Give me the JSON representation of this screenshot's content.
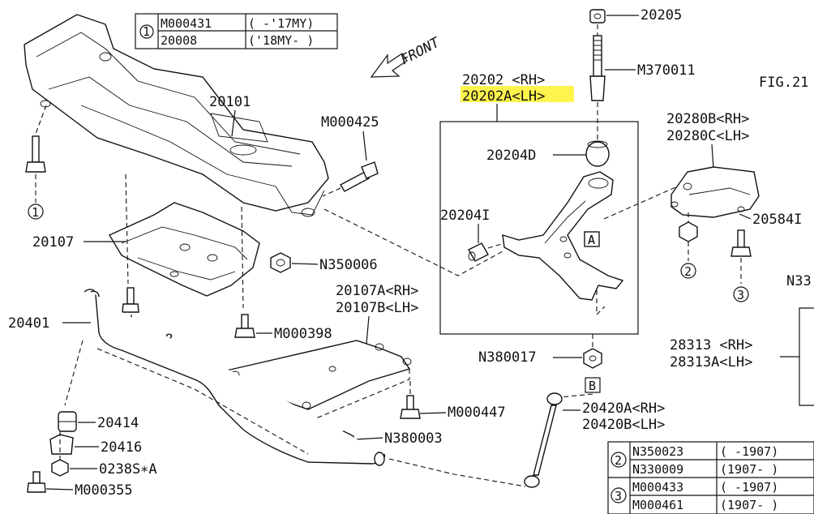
{
  "figure_ref": "FIG.21",
  "front_label": "FRONT",
  "highlight_color": "#fff34d",
  "top_table": {
    "marker": "1",
    "rows": [
      {
        "part": "M000431",
        "applicability": "( -'17MY)"
      },
      {
        "part": "20008",
        "applicability": "('18MY- )"
      }
    ]
  },
  "labels": {
    "p20205": "20205",
    "m370011": "M370011",
    "p20202_rh": "20202 <RH>",
    "p20202a_lh": "20202A<LH>",
    "p20101": "20101",
    "m000425": "M000425",
    "p20280b": "20280B<RH>",
    "p20280c": "20280C<LH>",
    "p20204d": "20204D",
    "p20204i": "20204I",
    "p20584": "20584I",
    "n33": "N33",
    "p20107": "20107",
    "n350006": "N350006",
    "p20107a": "20107A<RH>",
    "p20107b": "20107B<LH>",
    "p20401": "20401",
    "m000398_a": "M000398",
    "m000398_b": "M000398",
    "p28313": "28313 <RH>",
    "p28313a": "28313A<LH>",
    "n380017": "N380017",
    "m000447": "M000447",
    "p20420a": "20420A<RH>",
    "p20420b": "20420B<LH>",
    "p20414": "20414",
    "n380003": "N380003",
    "p20416": "20416",
    "p0238s": "0238S∗A",
    "m000355": "M000355"
  },
  "callouts": {
    "c1": "1",
    "c2": "2",
    "c3": "3",
    "box_a": "A",
    "box_b": "B",
    "box_a_inner": "A"
  },
  "bottom_table": {
    "groups": [
      {
        "marker": "2",
        "rows": [
          {
            "part": "N350023",
            "applicability": "( -1907)"
          },
          {
            "part": "N330009",
            "applicability": "(1907- )"
          }
        ]
      },
      {
        "marker": "3",
        "rows": [
          {
            "part": "M000433",
            "applicability": "( -1907)"
          },
          {
            "part": "M000461",
            "applicability": "(1907- )"
          }
        ]
      }
    ]
  }
}
